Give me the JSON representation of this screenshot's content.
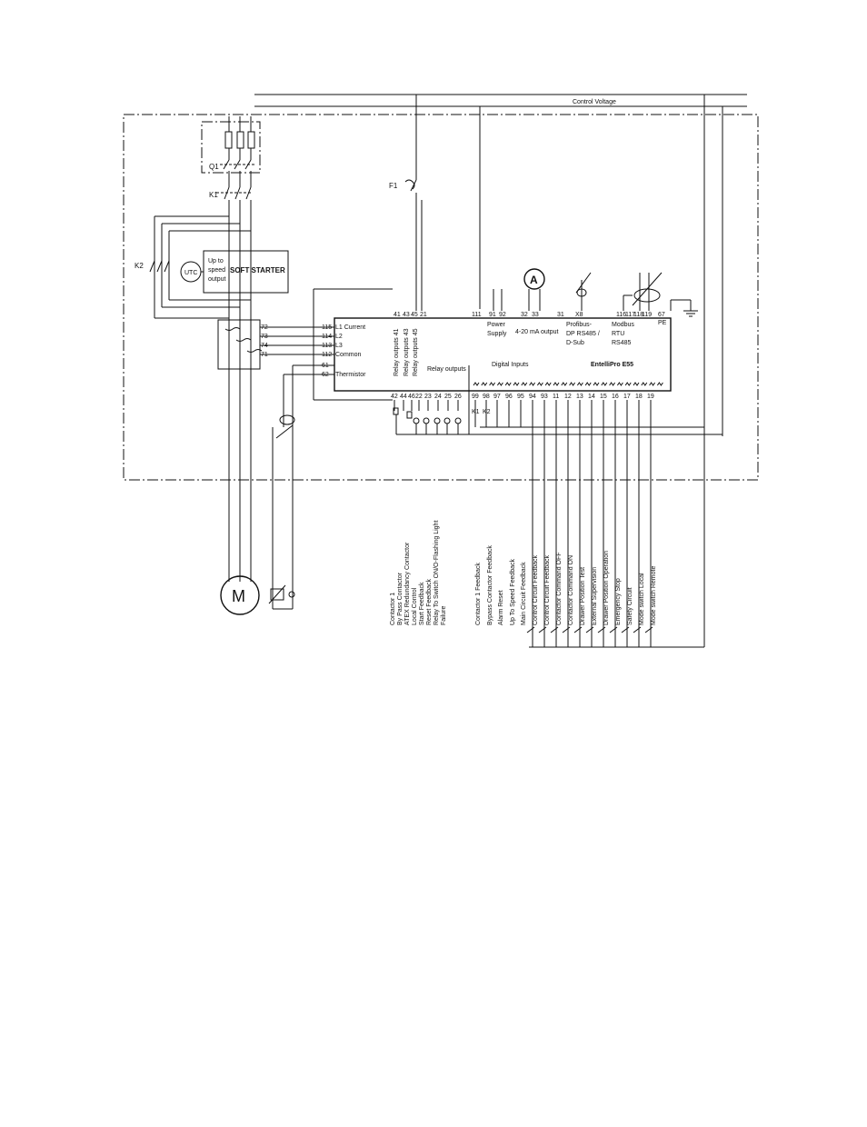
{
  "labels": {
    "control_voltage": "Control Voltage",
    "q1": "Q1",
    "k1": "K1",
    "k2": "K2",
    "f1": "F1",
    "utc": "UTC",
    "soft_starter": "SOFT STARTER",
    "up_to": "Up to",
    "speed": "speed",
    "output": "output",
    "motor": "M",
    "ammeter": "A",
    "relay_outputs": "Relay outputs",
    "digital_inputs": "Digital Inputs",
    "device": "EntelliPro E55",
    "power": "Power",
    "supply": "Supply",
    "analog": "4-20 mA output",
    "profibus_1": "Profibus-",
    "profibus_2": "DP RS485 /",
    "profibus_3": "D-Sub",
    "modbus_1": "Modbus",
    "modbus_2": "RTU",
    "modbus_3": "RS485",
    "pe": "PE",
    "k1_small": "K1",
    "k2_small": "K2"
  },
  "ct_terminals": [
    "72",
    "73",
    "74",
    "71"
  ],
  "left_terminals": [
    {
      "num": "115",
      "name": "L1 Current"
    },
    {
      "num": "114",
      "name": "L2"
    },
    {
      "num": "113",
      "name": "L3"
    },
    {
      "num": "112",
      "name": "Common"
    },
    {
      "num": "61",
      "name": ""
    },
    {
      "num": "62",
      "name": "Thermistor"
    }
  ],
  "relay_vertical": [
    "Relay outputs 41",
    "Relay outputs 43",
    "Relay outputs 45"
  ],
  "top_terminals": [
    "41",
    "43",
    "45",
    "21",
    "111",
    "91",
    "92",
    "32",
    "33",
    "31",
    "X8",
    "116",
    "117",
    "118",
    "119",
    "67"
  ],
  "bottom_terminals": [
    "42",
    "44",
    "46",
    "22",
    "23",
    "24",
    "25",
    "26",
    "99",
    "98",
    "97",
    "96",
    "95",
    "94",
    "93",
    "11",
    "12",
    "13",
    "14",
    "15",
    "16",
    "17",
    "18",
    "19"
  ],
  "group_a": [
    "Contactor 1",
    "By Pass Contactor",
    "ATEX Redundancy Contactor",
    "Local Control",
    "Start Feedback",
    "Reset Feedback",
    "Relay To Switch ON/O-Flashing Light",
    "Failure"
  ],
  "group_b": [
    "Contactor 1 Feedback",
    "Bypass Contactor Feedback",
    "Alarm Reset",
    "Up To Speed Feedback",
    "Main Circuit Feedback"
  ],
  "group_c": [
    "Control Circuit Feedback",
    "Control Circuit Feedback",
    "Contactor Command OFF",
    "Contactor Command ON",
    "Drawer Position Test",
    "External Supervision",
    "Drawer Position Operation",
    "Emergency Stop",
    "Safety Circuit",
    "Mode switch Local",
    "Mode switch Remote"
  ]
}
